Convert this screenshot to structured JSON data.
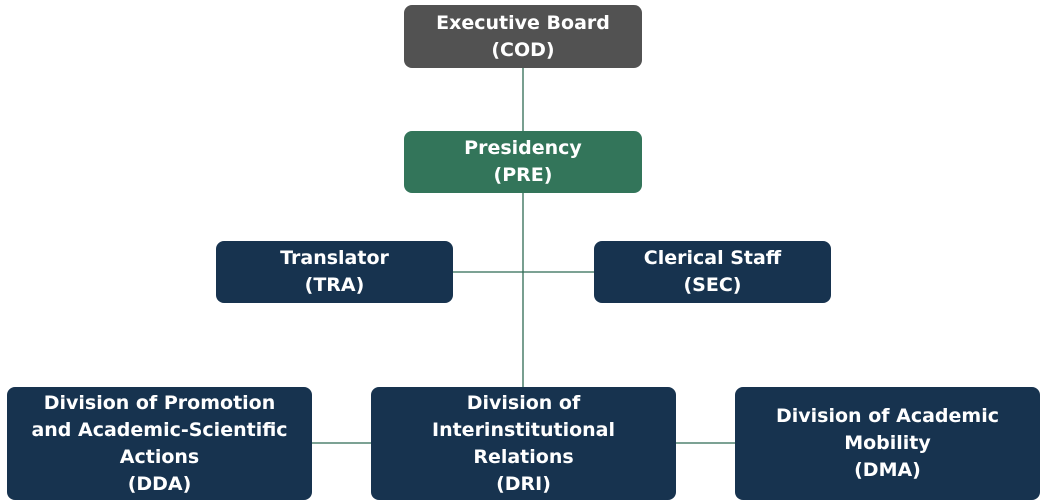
{
  "colors": {
    "board": "#525252",
    "presidency": "#33755a",
    "division": "#17334f",
    "connector": "#2f6b55"
  },
  "nodes": {
    "executive_board": {
      "title": "Executive Board",
      "code": "(COD)"
    },
    "presidency": {
      "title": "Presidency",
      "code": "(PRE)"
    },
    "translator": {
      "title": "Translator",
      "code": "(TRA)"
    },
    "clerical_staff": {
      "title": "Clerical Staff",
      "code": "(SEC)"
    },
    "dda": {
      "title_lines": [
        "Division of Promotion",
        "and Academic-Scientific",
        "Actions"
      ],
      "code": "(DDA)"
    },
    "dri": {
      "title_lines": [
        "Division of",
        "Interinstitutional",
        "Relations"
      ],
      "code": "(DRI)"
    },
    "dma": {
      "title_lines": [
        "Division of Academic",
        "Mobility"
      ],
      "code": "(DMA)"
    }
  }
}
